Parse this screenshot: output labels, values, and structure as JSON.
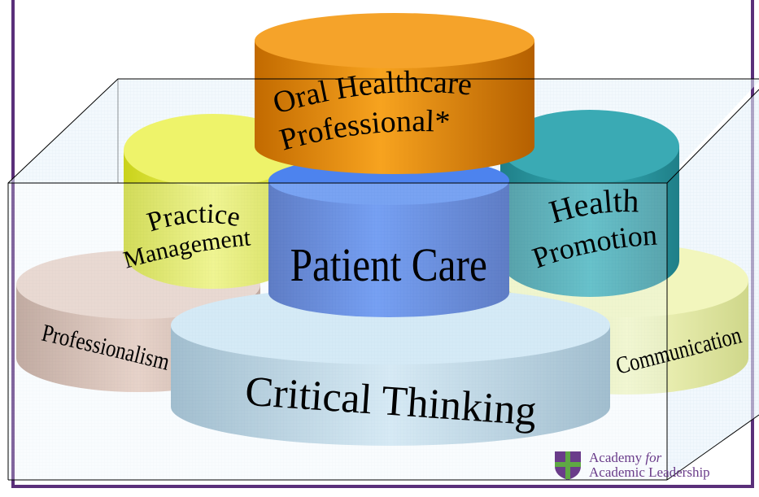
{
  "diagram": {
    "layers": {
      "top": "Oral Healthcare Professional*",
      "top_line1": "Oral Healthcare",
      "top_line2": "Professional*",
      "middle": "Patient Care",
      "left_mid_line1": "Practice",
      "left_mid_line2": "Management",
      "right_mid_line1": "Health",
      "right_mid_line2": "Promotion",
      "left_base": "Professionalism",
      "right_base": "Communication",
      "base": "Critical Thinking"
    },
    "colors": {
      "top": "#f39a1e",
      "middle": "#3d6fe0",
      "practice": "#e6ef4a",
      "health": "#2a9ca6",
      "professionalism": "#d9b8a8",
      "communication": "#eef3a6",
      "critical": "#b8d8e8",
      "box_frame": "#5a2f7a"
    }
  },
  "logo": {
    "line1": "Academy for",
    "line1_a": "Academy",
    "line1_b": "for",
    "line2": "Academic Leadership"
  }
}
